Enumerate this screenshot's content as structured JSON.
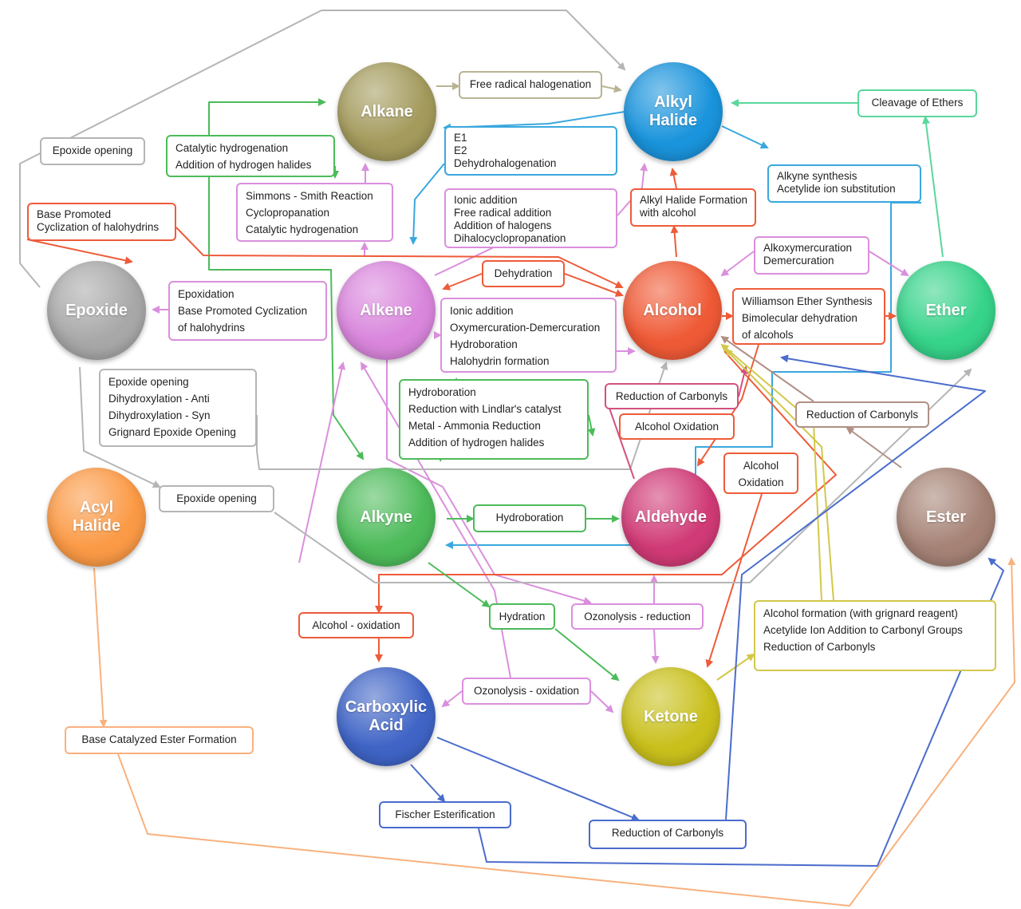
{
  "nodes": {
    "alkane": {
      "label": "Alkane",
      "color": "#a39a5c"
    },
    "alkyl_halide": {
      "label": "Alkyl\nHalide",
      "color": "#1a94dc"
    },
    "epoxide": {
      "label": "Epoxide",
      "color": "#a8a8a8"
    },
    "alkene": {
      "label": "Alkene",
      "color": "#d986dc"
    },
    "alcohol": {
      "label": "Alcohol",
      "color": "#ef5a36"
    },
    "ether": {
      "label": "Ether",
      "color": "#36d38a"
    },
    "acyl_halide": {
      "label": "Acyl\nHalide",
      "color": "#fb9a46"
    },
    "alkyne": {
      "label": "Alkyne",
      "color": "#4dbb5a"
    },
    "aldehyde": {
      "label": "Aldehyde",
      "color": "#d03a76"
    },
    "ester": {
      "label": "Ester",
      "color": "#a58275"
    },
    "carboxylic_acid": {
      "label": "Carboxylic\nAcid",
      "color": "#3f64c6"
    },
    "ketone": {
      "label": "Ketone",
      "color": "#c9c01c"
    }
  },
  "edge_colors": {
    "gray": "#b5b5b5",
    "olive": "#b8b392",
    "blue": "#3aa8de",
    "green": "#4cbb5a",
    "pink": "#da8fdd",
    "red": "#ee5b39",
    "teal": "#5ad79c",
    "magenta": "#d2517f",
    "brown": "#b09085",
    "yellow": "#d2c84a",
    "navy": "#4a6ccc",
    "orange": "#f9b17e"
  },
  "labels": {
    "free_radical_halogenation": [
      "Free radical halogenation"
    ],
    "cleavage_of_ethers": [
      "Cleavage of Ethers"
    ],
    "epoxide_opening_top": [
      "Epoxide opening"
    ],
    "catalytic_hydrogenation": [
      "Catalytic hydrogenation",
      "Addition of hydrogen halides"
    ],
    "e1_e2": [
      "E1",
      "E2",
      "Dehydrohalogenation"
    ],
    "alkyne_synthesis": [
      "Alkyne synthesis",
      "Acetylide ion substitution"
    ],
    "simmons_smith": [
      "Simmons - Smith Reaction",
      "Cyclopropanation",
      "Catalytic hydrogenation"
    ],
    "ionic_addition_top": [
      "Ionic addition",
      "Free radical addition",
      "Addition of halogens",
      "Dihalocyclopropanation"
    ],
    "alkyl_halide_formation": [
      "Alkyl Halide Formation",
      "with alcohol"
    ],
    "base_promoted_cyclization": [
      "Base Promoted",
      "Cyclization of halohydrins"
    ],
    "alkoxymercuration": [
      "Alkoxymercuration",
      "Demercuration"
    ],
    "dehydration": [
      "Dehydration"
    ],
    "epoxidation": [
      "Epoxidation",
      "Base Promoted Cyclization",
      "of halohydrins"
    ],
    "ionic_addition_mid": [
      "Ionic addition",
      "Oxymercuration-Demercuration",
      "Hydroboration",
      "Halohydrin formation"
    ],
    "williamson": [
      "Williamson Ether Synthesis",
      "Bimolecular dehydration",
      "of alcohols"
    ],
    "epoxide_opening_list": [
      "Epoxide opening",
      "Dihydroxylation - Anti",
      "Dihydroxylation - Syn",
      "Grignard Epoxide Opening"
    ],
    "hydroboration_list": [
      "Hydroboration",
      "Reduction with Lindlar's catalyst",
      "Metal - Ammonia Reduction",
      "Addition of hydrogen halides"
    ],
    "reduction_of_carbonyls_a": [
      "Reduction of Carbonyls"
    ],
    "reduction_of_carbonyls_b": [
      "Reduction of Carbonyls"
    ],
    "alcohol_oxidation_a": [
      "Alcohol Oxidation"
    ],
    "alcohol_oxidation_b": [
      "Alcohol",
      "Oxidation"
    ],
    "epoxide_opening_mid": [
      "Epoxide opening"
    ],
    "hydroboration": [
      "Hydroboration"
    ],
    "alcohol_oxidation_c": [
      "Alcohol - oxidation"
    ],
    "hydration": [
      "Hydration"
    ],
    "ozonolysis_reduction": [
      "Ozonolysis - reduction"
    ],
    "alcohol_formation": [
      "Alcohol formation (with grignard reagent)",
      "Acetylide Ion Addition to Carbonyl Groups",
      "Reduction of Carbonyls"
    ],
    "ozonolysis_oxidation": [
      "Ozonolysis - oxidation"
    ],
    "base_catalyzed_ester": [
      "Base Catalyzed Ester Formation"
    ],
    "fischer_esterification": [
      "Fischer Esterification"
    ],
    "reduction_of_carbonyls_c": [
      "Reduction of Carbonyls"
    ]
  }
}
